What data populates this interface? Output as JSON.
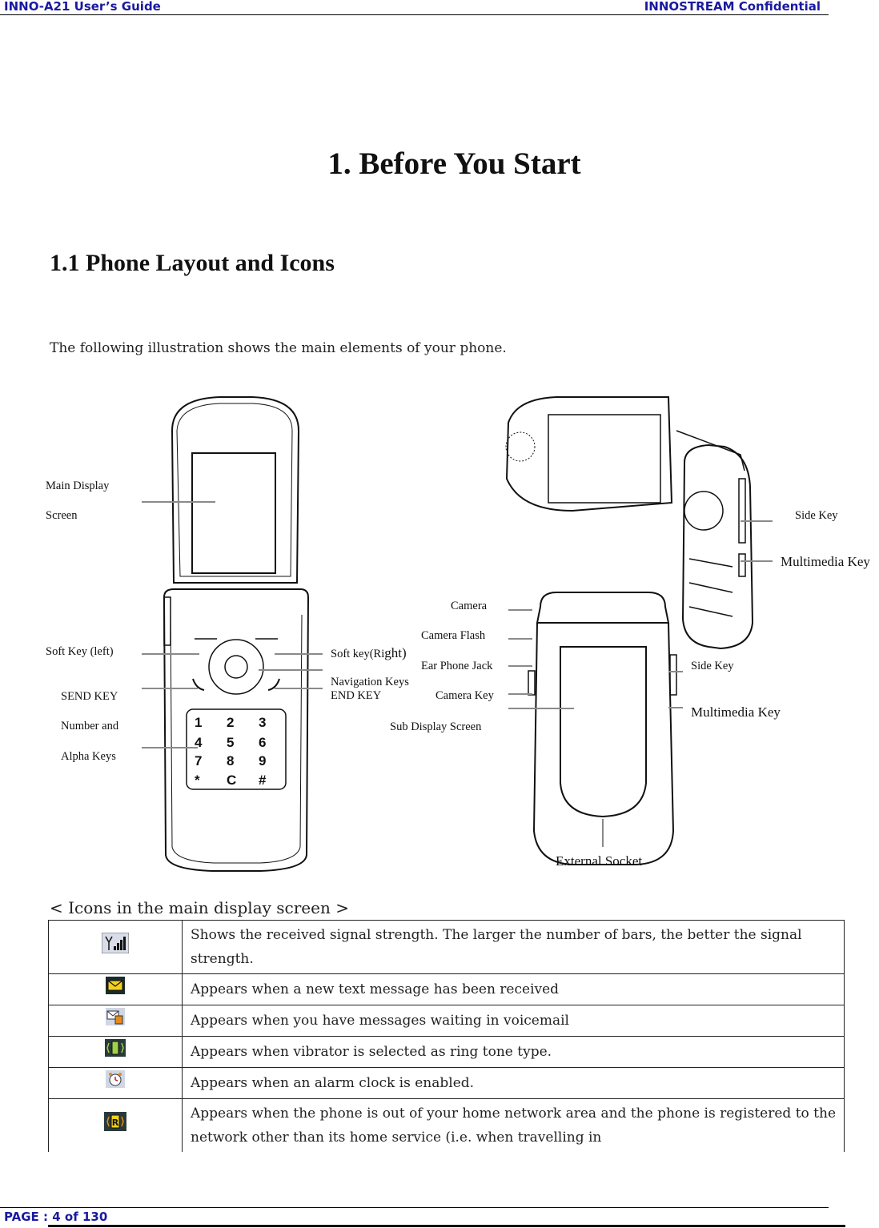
{
  "header": {
    "left": "INNO-A21 User’s Guide",
    "right": "INNOSTREAM Confidential"
  },
  "chapter_title": "1. Before You Start",
  "section_title": "1.1 Phone Layout and Icons",
  "intro": "The following illustration shows the main elements of your phone.",
  "figure_labels": {
    "main_display_1": "Main Display",
    "main_display_2": "Screen",
    "soft_key_left": "Soft Key (left)",
    "send_key": "SEND KEY",
    "number_alpha_1": "Number and",
    "number_alpha_2": "Alpha Keys",
    "soft_key_right_a": "Soft key(Ri",
    "soft_key_right_b": "ght)",
    "navigation_keys": "Navigation Keys",
    "end_key": "END KEY",
    "camera": "Camera",
    "camera_flash": "Camera Flash",
    "ear_phone_jack": "Ear Phone Jack",
    "camera_key": "Camera Key",
    "sub_display": "Sub Display Screen",
    "side_key_top": "Side Key",
    "multimedia_key_top": "Multimedia Key",
    "side_key": "Side Key",
    "multimedia_key": "Multimedia Key",
    "external_socket": "External Socket",
    "keypad": [
      "1",
      "2",
      "3",
      "4",
      "5",
      "6",
      "7",
      "8",
      "9",
      "*",
      "C",
      "#"
    ]
  },
  "icons_caption": "< Icons in the main display screen >",
  "icon_rows": [
    {
      "icon": "signal-strength-icon",
      "text": "Shows the received signal strength. The larger the number of bars, the better the signal strength."
    },
    {
      "icon": "new-message-icon",
      "text": "Appears when a new text message has been received"
    },
    {
      "icon": "voicemail-icon",
      "text": "Appears when you have messages waiting in voicemail"
    },
    {
      "icon": "vibrate-icon",
      "text": "Appears when vibrator is selected as ring tone type."
    },
    {
      "icon": "alarm-clock-icon",
      "text": "Appears when an alarm clock is enabled."
    },
    {
      "icon": "roaming-icon",
      "text": "Appears when the phone is out of your home network area and the phone is registered to the network other than its home service (i.e. when travelling in"
    }
  ],
  "footer": {
    "page": "PAGE : 4 of 130"
  }
}
